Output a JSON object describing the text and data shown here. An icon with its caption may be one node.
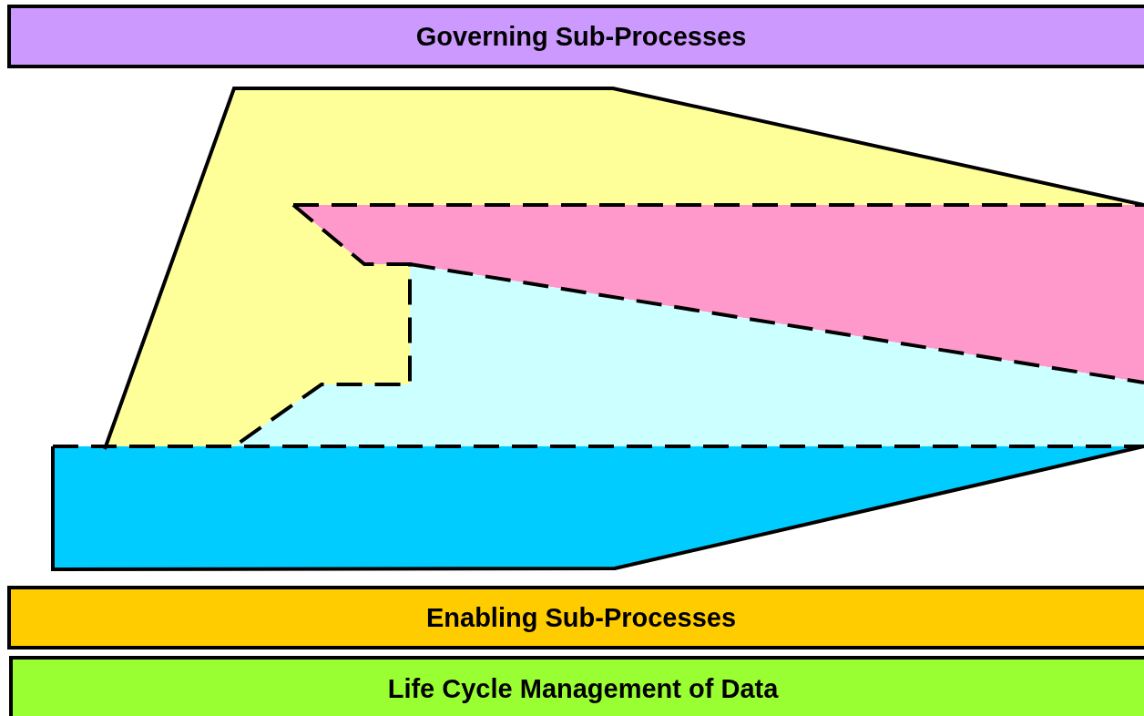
{
  "diagram": {
    "nodes": [
      {
        "text": [
          "Governing Sub-Processes"
        ]
      },
      {
        "text": [
          "Enabling Sub-Processes"
        ]
      },
      {
        "text": [
          "Life Cycle Management of Data"
        ]
      }
    ]
  }
}
